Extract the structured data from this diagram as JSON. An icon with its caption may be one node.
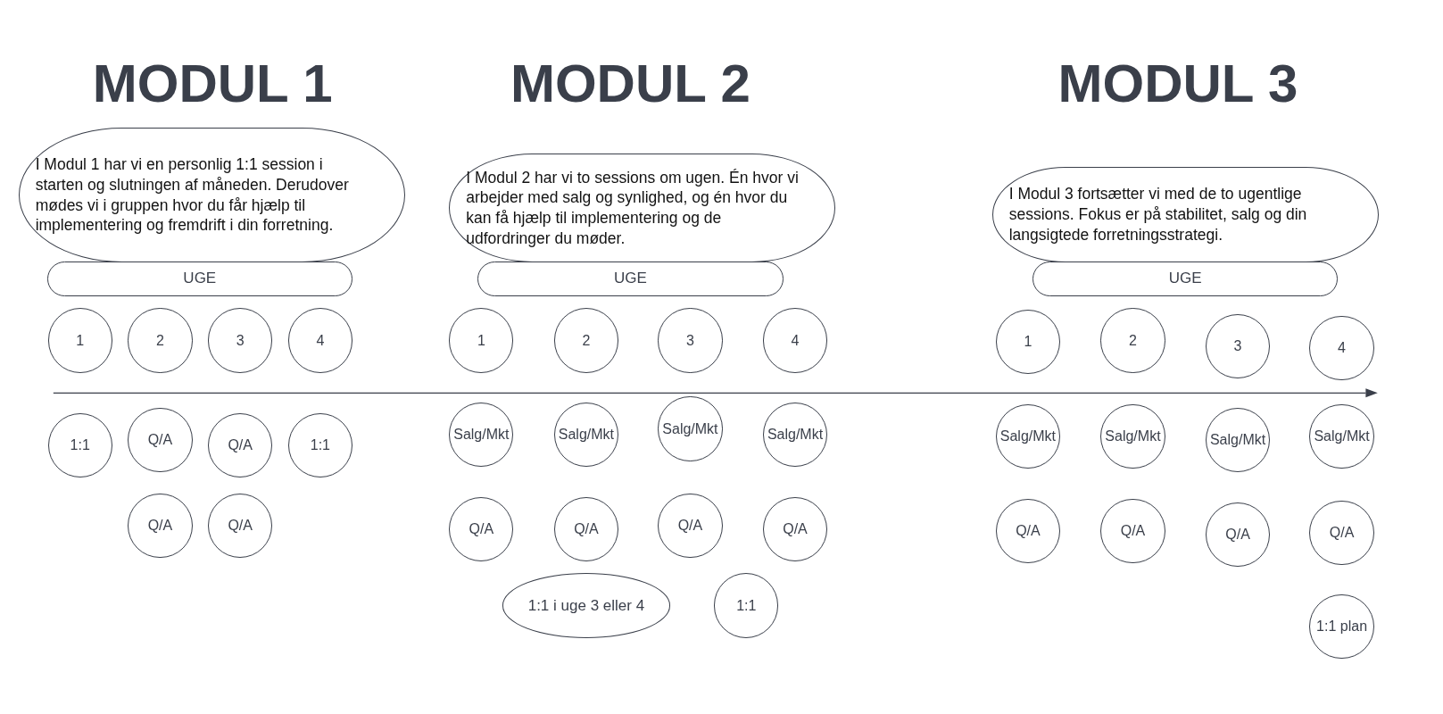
{
  "diagram": {
    "nodes": [
      {
        "text": [
          "I Modul 1 har vi en personlig 1:1 session i starten og slutningen af måneden. Derudover mødes vi i gruppen hvor du får hjælp til implementering og fremdrift i din forretning."
        ]
      },
      {
        "text": [
          "UGE"
        ]
      },
      {
        "text": [
          "1"
        ]
      },
      {
        "text": [
          "2"
        ]
      },
      {
        "text": [
          "3"
        ]
      },
      {
        "text": [
          "4"
        ]
      },
      {
        "text": [
          "1:1"
        ]
      },
      {
        "text": [
          "Q/A"
        ]
      },
      {
        "text": [
          "Q/A"
        ]
      },
      {
        "text": [
          "1:1"
        ]
      },
      {
        "text": [
          "Q/A"
        ]
      },
      {
        "text": [
          "Q/A"
        ]
      },
      {
        "text": [
          "I Modul 2 har vi to sessions om ugen. Én hvor vi arbejder med salg og synlighed, og én hvor du kan få hjælp til implementering og de udfordringer du møder."
        ]
      },
      {
        "text": [
          "UGE"
        ]
      },
      {
        "text": [
          "1"
        ]
      },
      {
        "text": [
          "2"
        ]
      },
      {
        "text": [
          "3"
        ]
      },
      {
        "text": [
          "4"
        ]
      },
      {
        "text": [
          "Salg/Mkt"
        ]
      },
      {
        "text": [
          "Salg/Mkt"
        ]
      },
      {
        "text": [
          "Salg/Mkt"
        ]
      },
      {
        "text": [
          "Salg/Mkt"
        ]
      },
      {
        "text": [
          "Q/A"
        ]
      },
      {
        "text": [
          "Q/A"
        ]
      },
      {
        "text": [
          "Q/A"
        ]
      },
      {
        "text": [
          "Q/A"
        ]
      },
      {
        "text": [
          "1:1 i uge 3 eller 4"
        ]
      },
      {
        "text": [
          "1:1"
        ]
      },
      {
        "text": [
          "I Modul 3 fortsætter vi med de to ugentlige sessions. Fokus er på stabilitet, salg og din langsigtede forretningsstrategi."
        ]
      },
      {
        "text": [
          "UGE"
        ]
      },
      {
        "text": [
          "1"
        ]
      },
      {
        "text": [
          "2"
        ]
      },
      {
        "text": [
          "3"
        ]
      },
      {
        "text": [
          "4"
        ]
      },
      {
        "text": [
          "Salg/Mkt"
        ]
      },
      {
        "text": [
          "Salg/Mkt"
        ]
      },
      {
        "text": [
          "Salg/Mkt"
        ]
      },
      {
        "text": [
          "Salg/Mkt"
        ]
      },
      {
        "text": [
          "Q/A"
        ]
      },
      {
        "text": [
          "Q/A"
        ]
      },
      {
        "text": [
          "Q/A"
        ]
      },
      {
        "text": [
          "Q/A"
        ]
      },
      {
        "text": [
          "1:1 plan"
        ]
      }
    ],
    "labels": [
      "MODUL 1",
      "MODUL 2",
      "MODUL 3"
    ]
  }
}
